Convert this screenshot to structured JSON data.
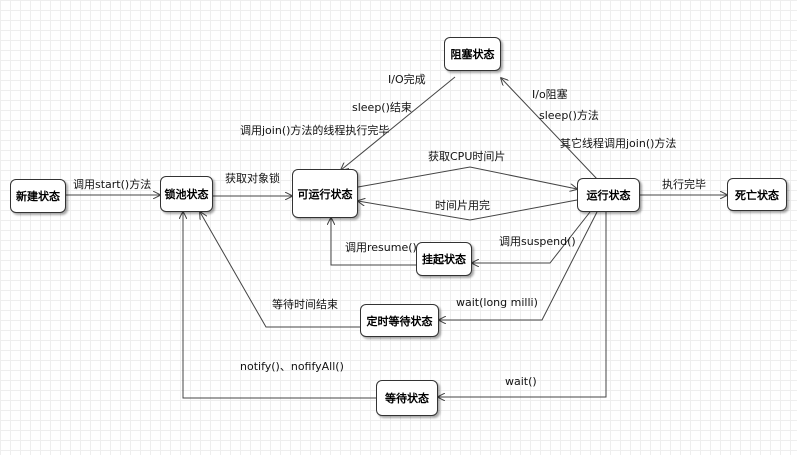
{
  "states": {
    "new": "新建状态",
    "lock_pool": "锁池状态",
    "runnable": "可运行状态",
    "running": "运行状态",
    "dead": "死亡状态",
    "blocked": "阻塞状态",
    "suspended": "挂起状态",
    "timed_waiting": "定时等待状态",
    "waiting": "等待状态"
  },
  "edges": {
    "call_start": "调用start()方法",
    "acquire_lock": "获取对象锁",
    "get_cpu": "获取CPU时间片",
    "time_slice_used": "时间片用完",
    "execution_done": "执行完毕",
    "io_done": "I/O完成",
    "sleep_end": "sleep()结束",
    "join_thread_done": "调用join()方法的线程执行完毕",
    "io_blocked": "I/o阻塞",
    "sleep_method": "sleep()方法",
    "other_join": "其它线程调用join()方法",
    "call_suspend": "调用suspend()",
    "call_resume": "调用resume()",
    "wait_long": "wait(long milli)",
    "wait_time_over": "等待时间结束",
    "wait": "wait()",
    "notify": "notify()、nofifyAll()"
  }
}
